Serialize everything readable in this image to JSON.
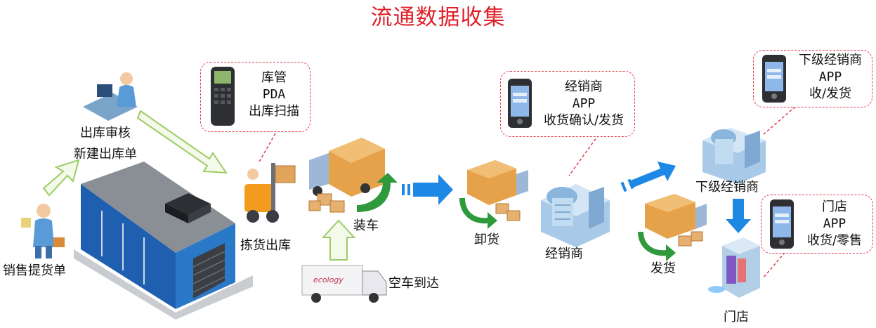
{
  "title": "流通数据收集",
  "labels": {
    "sales_order": "销售提货单",
    "review_line1": "出库审核",
    "review_line2": "新建出库单",
    "picking": "拣货出库",
    "loading": "装车",
    "empty_truck": "空车到达",
    "unloading": "卸货",
    "dealer": "经销商",
    "shipping": "发货",
    "sub_dealer": "下级经销商",
    "store": "门店"
  },
  "callouts": {
    "warehouse_pda": [
      "库管",
      "PDA",
      "出库扫描"
    ],
    "dealer_app": [
      "经销商",
      "APP",
      "收货确认/发货"
    ],
    "sub_dealer_app": [
      "下级经销商",
      "APP",
      "收/发货"
    ],
    "store_app": [
      "门店",
      "APP",
      "收货/零售"
    ]
  },
  "truck_brand": "ecology",
  "colors": {
    "title": "#e0202a",
    "callout_border": "#e0394b",
    "flow_arrow": "#1e88e5",
    "outline_arrow": "#9ccc65",
    "turn_arrow": "#2e9a3c"
  }
}
